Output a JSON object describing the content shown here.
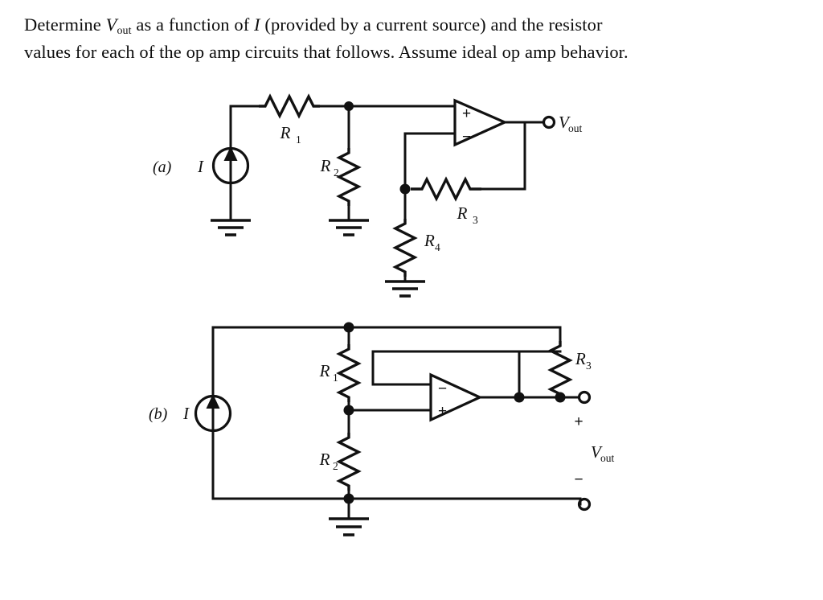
{
  "document": {
    "type": "textbook-problem-figure",
    "prompt": {
      "line1_a": "Determine ",
      "line1_V": "V",
      "line1_Vsub": "out",
      "line1_b": " as a function of ",
      "line1_I": "I",
      "line1_c": " (provided by a current source) and the resistor",
      "line2": "values  for each of the op amp circuits that follows. Assume ideal op amp behavior."
    },
    "ink_color": "#111111",
    "background_color": "#ffffff"
  },
  "circuits": [
    {
      "id": "a",
      "part_label": "(a)",
      "source_label": "I",
      "source_type": "current-source",
      "opamp": {
        "plus_label": "+",
        "minus_label": "−",
        "plus_on_top": true
      },
      "output": {
        "terminal_label": "V",
        "terminal_sub": "out"
      },
      "resistors": [
        {
          "name": "R1",
          "label": "R",
          "sub": "1",
          "orientation": "horizontal"
        },
        {
          "name": "R2",
          "label": "R",
          "sub": "2",
          "orientation": "vertical"
        },
        {
          "name": "R3",
          "label": "R",
          "sub": "3",
          "orientation": "horizontal"
        },
        {
          "name": "R4",
          "label": "R",
          "sub": "4",
          "orientation": "vertical"
        }
      ],
      "grounds": 3
    },
    {
      "id": "b",
      "part_label": "(b)",
      "source_label": "I",
      "source_type": "current-source",
      "opamp": {
        "plus_label": "+",
        "minus_label": "−",
        "plus_on_top": false
      },
      "output": {
        "plus_terminal": "+",
        "minus_terminal": "−",
        "terminal_label": "V",
        "terminal_sub": "out"
      },
      "resistors": [
        {
          "name": "R1",
          "label": "R",
          "sub": "1",
          "orientation": "vertical"
        },
        {
          "name": "R2",
          "label": "R",
          "sub": "2",
          "orientation": "vertical"
        },
        {
          "name": "R3",
          "label": "R",
          "sub": "3",
          "orientation": "vertical"
        }
      ],
      "grounds": 1
    }
  ]
}
